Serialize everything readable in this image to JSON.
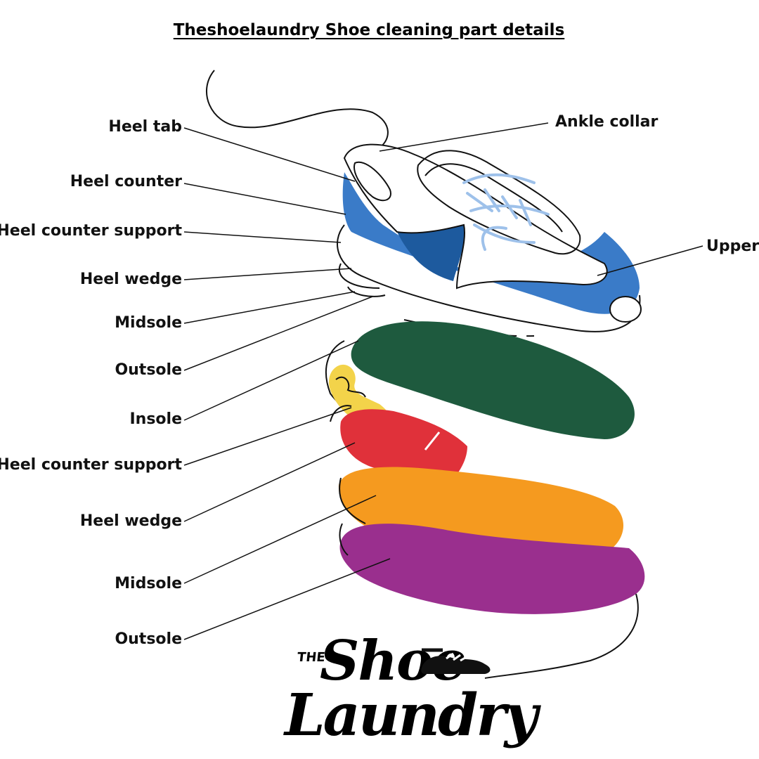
{
  "title": "Theshoelaundry  Shoe cleaning part details",
  "labels_left": [
    "Heel tab",
    "Heel counter",
    "Heel counter support",
    "Heel wedge",
    "Midsole",
    "Outsole",
    "Insole",
    "Heel counter support",
    "Heel wedge",
    "Midsole",
    "Outsole"
  ],
  "labels_right": [
    "Ankle collar",
    "Upper"
  ],
  "logo": {
    "the": "THE",
    "shoe": "Shoe",
    "laundry": "Laundry"
  },
  "colors": {
    "upper_blue": "#3a7bc8",
    "dark_blue": "#1d5a9e",
    "lace_blue": "#9ec1ea",
    "insole_green": "#1e5a3e",
    "heel_yellow": "#f3d34a",
    "heel_red": "#e0313a",
    "midsole_orange": "#f59a1f",
    "outsole_purple": "#9a2f8e"
  }
}
